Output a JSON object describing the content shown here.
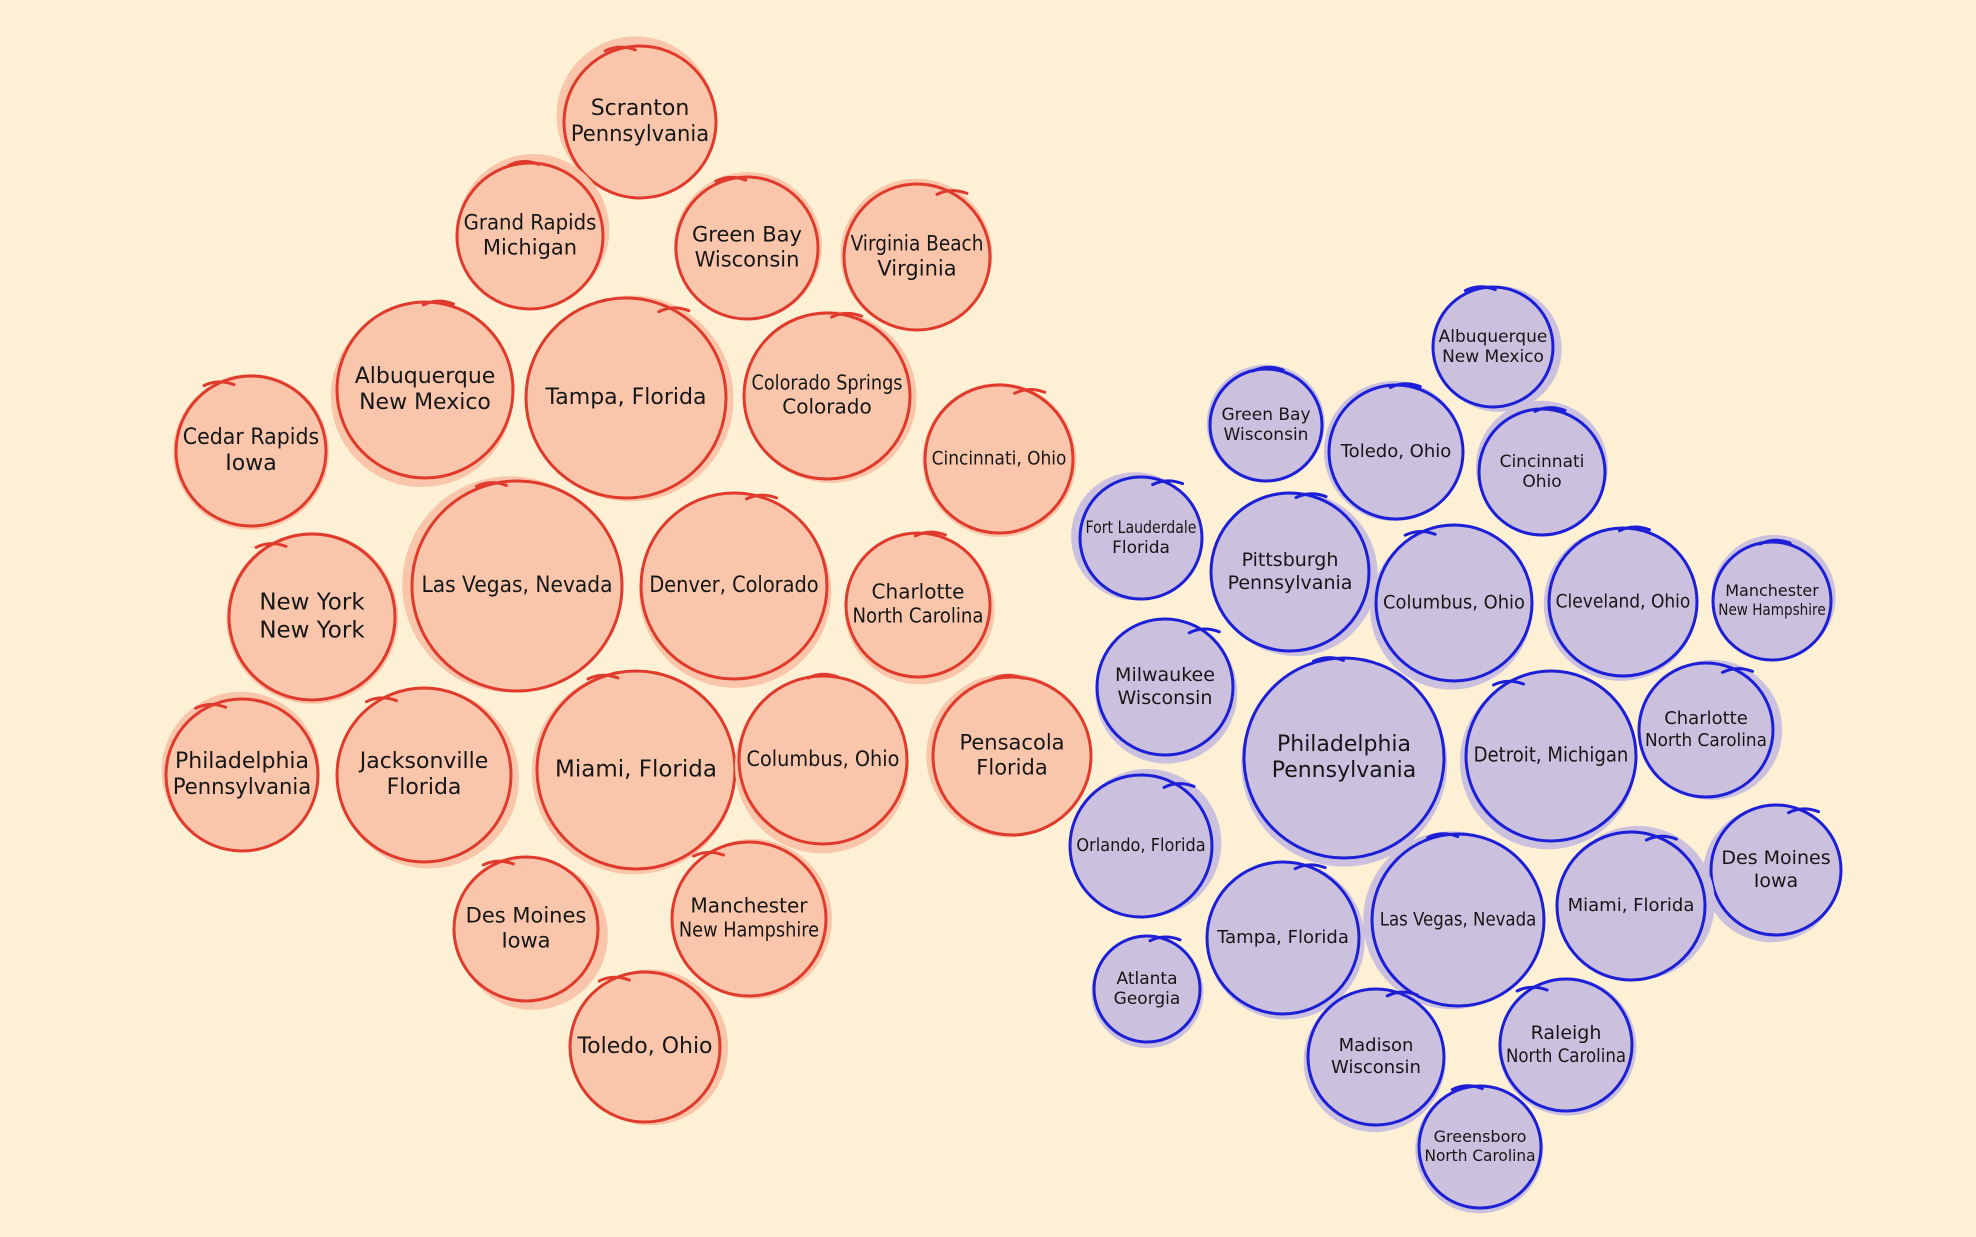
{
  "colors": {
    "background": "#fdf0d5",
    "red_fill": "#f9c6ab",
    "red_stroke": "#e03a2c",
    "blue_fill": "#cbc1de",
    "blue_stroke": "#1c1fd6",
    "text": "#161616"
  },
  "groups": [
    {
      "name": "red",
      "bubbles": [
        {
          "lines": [
            "Scranton",
            "Pennsylvania"
          ]
        },
        {
          "lines": [
            "Grand Rapids",
            "Michigan"
          ]
        },
        {
          "lines": [
            "Green Bay",
            "Wisconsin"
          ]
        },
        {
          "lines": [
            "Virginia Beach",
            "Virginia"
          ]
        },
        {
          "lines": [
            "Albuquerque",
            "New Mexico"
          ]
        },
        {
          "lines": [
            "Tampa, Florida"
          ]
        },
        {
          "lines": [
            "Colorado Springs",
            "Colorado"
          ]
        },
        {
          "lines": [
            "Cedar Rapids",
            "Iowa"
          ]
        },
        {
          "lines": [
            "Cincinnati, Ohio"
          ]
        },
        {
          "lines": [
            "New York",
            "New York"
          ]
        },
        {
          "lines": [
            "Las Vegas, Nevada"
          ]
        },
        {
          "lines": [
            "Denver, Colorado"
          ]
        },
        {
          "lines": [
            "Charlotte",
            "North Carolina"
          ]
        },
        {
          "lines": [
            "Philadelphia",
            "Pennsylvania"
          ]
        },
        {
          "lines": [
            "Jacksonville",
            "Florida"
          ]
        },
        {
          "lines": [
            "Miami, Florida"
          ]
        },
        {
          "lines": [
            "Columbus, Ohio"
          ]
        },
        {
          "lines": [
            "Pensacola",
            "Florida"
          ]
        },
        {
          "lines": [
            "Des Moines",
            "Iowa"
          ]
        },
        {
          "lines": [
            "Manchester",
            "New Hampshire"
          ]
        },
        {
          "lines": [
            "Toledo, Ohio"
          ]
        }
      ]
    },
    {
      "name": "blue",
      "bubbles": [
        {
          "lines": [
            "Albuquerque",
            "New Mexico"
          ]
        },
        {
          "lines": [
            "Green Bay",
            "Wisconsin"
          ]
        },
        {
          "lines": [
            "Toledo, Ohio"
          ]
        },
        {
          "lines": [
            "Cincinnati",
            "Ohio"
          ]
        },
        {
          "lines": [
            "Fort Lauderdale",
            "Florida"
          ]
        },
        {
          "lines": [
            "Pittsburgh",
            "Pennsylvania"
          ]
        },
        {
          "lines": [
            "Columbus, Ohio"
          ]
        },
        {
          "lines": [
            "Cleveland, Ohio"
          ]
        },
        {
          "lines": [
            "Manchester",
            "New Hampshire"
          ]
        },
        {
          "lines": [
            "Milwaukee",
            "Wisconsin"
          ]
        },
        {
          "lines": [
            "Philadelphia",
            "Pennsylvania"
          ]
        },
        {
          "lines": [
            "Detroit, Michigan"
          ]
        },
        {
          "lines": [
            "Charlotte",
            "North Carolina"
          ]
        },
        {
          "lines": [
            "Orlando, Florida"
          ]
        },
        {
          "lines": [
            "Des Moines",
            "Iowa"
          ]
        },
        {
          "lines": [
            "Tampa, Florida"
          ]
        },
        {
          "lines": [
            "Las Vegas, Nevada"
          ]
        },
        {
          "lines": [
            "Miami, Florida"
          ]
        },
        {
          "lines": [
            "Atlanta",
            "Georgia"
          ]
        },
        {
          "lines": [
            "Madison",
            "Wisconsin"
          ]
        },
        {
          "lines": [
            "Raleigh",
            "North Carolina"
          ]
        },
        {
          "lines": [
            "Greensboro",
            "North Carolina"
          ]
        }
      ]
    }
  ]
}
